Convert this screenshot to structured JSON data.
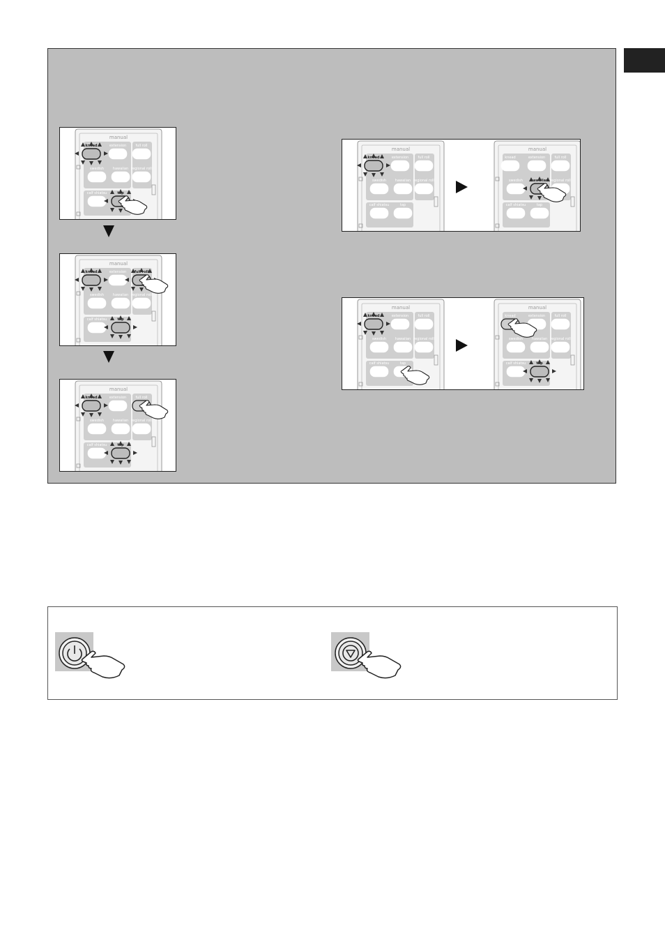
{
  "remote": {
    "header": "manual",
    "labels": {
      "knead": "knead",
      "extension": "extension",
      "full_roll": "full roll",
      "swedish": "swedish",
      "hawaiian": "hawaiian",
      "regional_roll": "regional roll",
      "calf_shiatsu": "calf shiatsu",
      "tap": "tap"
    }
  },
  "icons": {
    "power": "power-button-icon",
    "stop": "stop-button-icon",
    "pointer": "hand-pointer-icon",
    "down_arrow": "down-arrow-icon",
    "right_arrow": "right-arrow-icon"
  }
}
